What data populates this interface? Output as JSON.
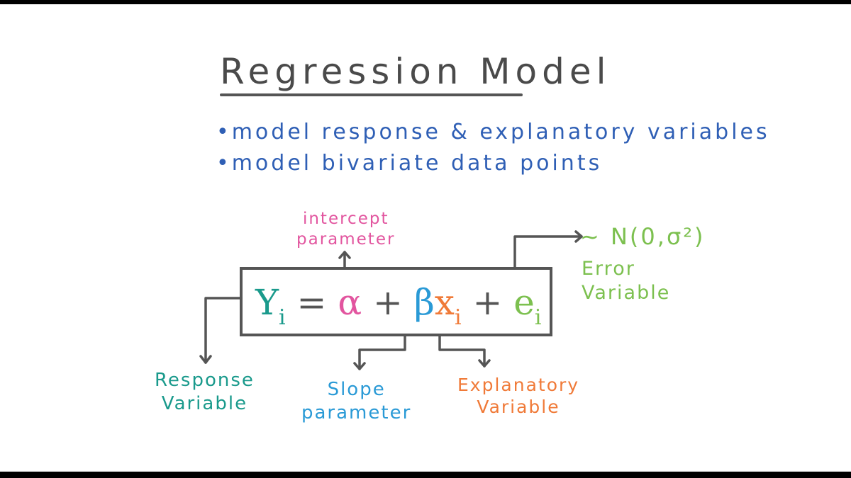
{
  "title": "Regression Model",
  "bullets": [
    "•model response & explanatory variables",
    "•model bivariate data points"
  ],
  "equation": {
    "y": "Y",
    "y_sub": "i",
    "eq": "=",
    "alpha": "α",
    "plus1": "+",
    "beta": "β",
    "x": "x",
    "x_sub": "i",
    "plus2": "+",
    "e": "e",
    "e_sub": "i"
  },
  "labels": {
    "intercept": [
      "intercept",
      "parameter"
    ],
    "error_distribution": "~ N(0,σ²)",
    "error": [
      "Error",
      "Variable"
    ],
    "response": [
      "Response",
      "Variable"
    ],
    "slope": [
      "Slope",
      "parameter"
    ],
    "explanatory": [
      "Explanatory",
      "Variable"
    ]
  },
  "colors": {
    "title": "#4a4a4a",
    "bullets": "#2f5fb5",
    "intercept": "#e2559f",
    "response": "#1a9a8c",
    "slope": "#2a9ad6",
    "explanatory": "#f07a38",
    "error": "#7cc04f",
    "lines": "#555555"
  }
}
